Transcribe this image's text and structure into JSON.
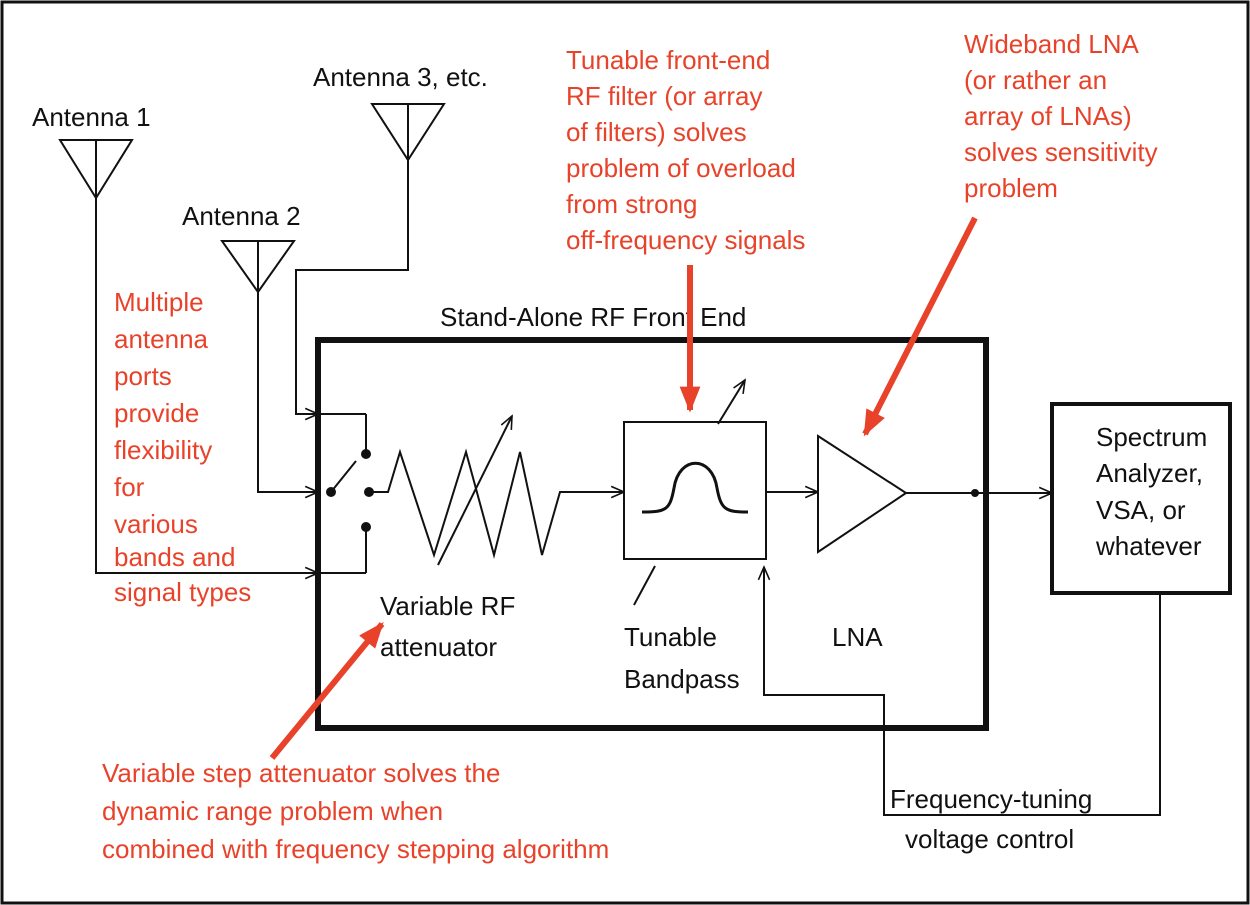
{
  "labels": {
    "antenna1": "Antenna 1",
    "antenna2": "Antenna 2",
    "antenna3": "Antenna 3, etc.",
    "frontend_title": "Stand-Alone RF Front End",
    "attenuator": [
      "Variable RF",
      "attenuator"
    ],
    "bandpass": [
      "Tunable",
      "Bandpass"
    ],
    "lna": "LNA",
    "analyzer": [
      "Spectrum",
      "Analyzer,",
      "VSA, or",
      "whatever"
    ],
    "tuning": [
      "Frequency-tuning",
      "voltage control"
    ]
  },
  "annotations": {
    "multiple_ports": [
      "Multiple",
      "antenna",
      "ports",
      "provide",
      "flexibility",
      "for",
      "various",
      "bands and",
      "signal types"
    ],
    "filter": [
      "Tunable front-end",
      "RF filter (or array",
      "of filters) solves",
      "problem of overload",
      "from strong",
      "off-frequency signals"
    ],
    "lna": [
      "Wideband LNA",
      "(or rather an",
      "array of LNAs)",
      "solves sensitivity",
      "problem"
    ],
    "step_attenuator": [
      "Variable step attenuator solves the",
      "dynamic range problem when",
      "combined with frequency stepping algorithm"
    ]
  },
  "colors": {
    "annotation": "#e8432a",
    "line": "#111111",
    "background": "#ffffff"
  }
}
